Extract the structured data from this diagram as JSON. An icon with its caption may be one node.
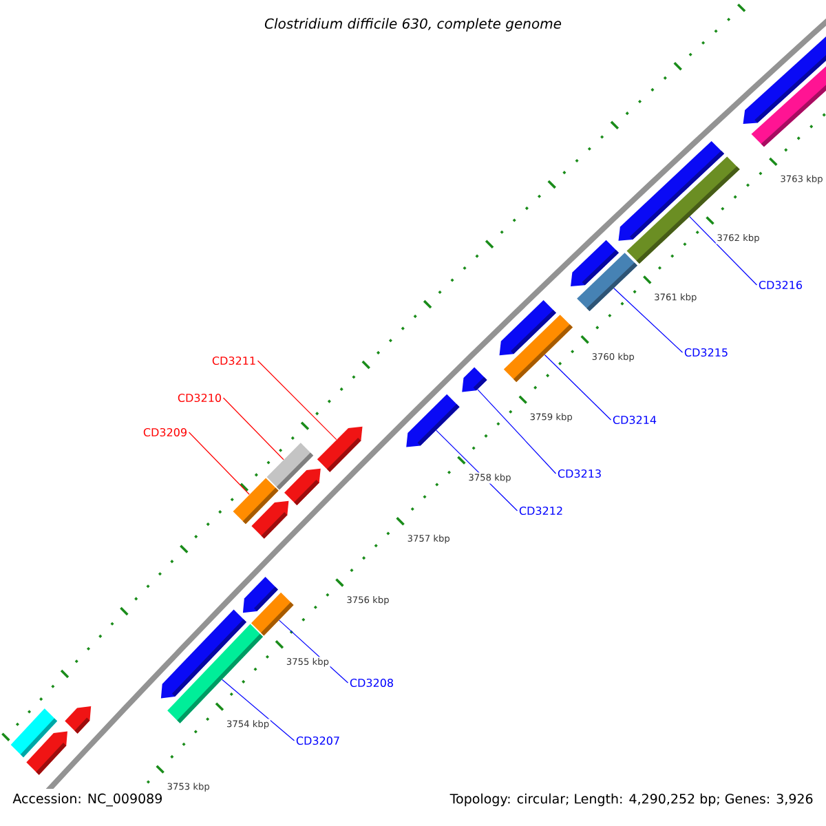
{
  "diagram": {
    "title": "Clostridium difficile 630, complete genome",
    "nodes": [
      {
        "text": [
          "CD3216"
        ]
      },
      {
        "text": [
          "CD3215"
        ]
      },
      {
        "text": [
          "CD3211"
        ]
      },
      {
        "text": [
          "CD3210"
        ]
      },
      {
        "text": [
          "CD3214"
        ]
      },
      {
        "text": [
          "CD3209"
        ]
      },
      {
        "text": [
          "CD3213"
        ]
      },
      {
        "text": [
          "CD3212"
        ]
      },
      {
        "text": [
          "CD3208"
        ]
      },
      {
        "text": [
          "CD3207"
        ]
      },
      {
        "text": [],
        "shape": "bar"
      },
      {
        "text": [],
        "shape": "pentagon"
      },
      {
        "text": [],
        "shape": "pentagon"
      },
      {
        "text": [],
        "shape": "pentagon"
      },
      {
        "text": [],
        "shape": "bar"
      },
      {
        "text": [],
        "shape": "bar"
      },
      {
        "text": [],
        "shape": "pentagon"
      },
      {
        "text": [],
        "shape": "bar"
      },
      {
        "text": [],
        "shape": "pentagon"
      },
      {
        "text": [],
        "shape": "bar"
      },
      {
        "text": [],
        "shape": "pentagon"
      },
      {
        "text": [],
        "shape": "pentagon"
      },
      {
        "text": [],
        "shape": "pentagon"
      },
      {
        "text": [],
        "shape": "pentagon"
      },
      {
        "text": [],
        "shape": "pentagon"
      },
      {
        "text": [],
        "shape": "bar"
      },
      {
        "text": [],
        "shape": "pentagon"
      },
      {
        "text": [],
        "shape": "bar"
      },
      {
        "text": [],
        "shape": "pentagon"
      },
      {
        "text": [],
        "shape": "bar"
      },
      {
        "text": [],
        "shape": "pentagon"
      },
      {
        "text": [],
        "shape": "bar"
      }
    ],
    "edges": [
      {
        "from": 0,
        "to": 29,
        "arrow": "none"
      },
      {
        "from": 1,
        "to": 27,
        "arrow": "none"
      },
      {
        "from": 2,
        "to": 21,
        "arrow": "none",
        "color": "#ff0000"
      },
      {
        "from": 3,
        "to": 19,
        "arrow": "none",
        "color": "#ff0000"
      },
      {
        "from": 4,
        "to": 25,
        "arrow": "none"
      },
      {
        "from": 5,
        "to": 15,
        "arrow": "none",
        "color": "#ff0000"
      },
      {
        "from": 6,
        "to": 23,
        "arrow": "none"
      },
      {
        "from": 7,
        "to": 22,
        "arrow": "none"
      },
      {
        "from": 8,
        "to": 17,
        "arrow": "none"
      },
      {
        "from": 9,
        "to": 14,
        "arrow": "none"
      }
    ],
    "labels": [
      "3763 kbp",
      "3762 kbp",
      "3761 kbp",
      "3760 kbp",
      "3759 kbp",
      "3758 kbp",
      "3757 kbp",
      "3756 kbp",
      "3755 kbp",
      "3754 kbp",
      "3753 kbp",
      "Accession: NC_009089",
      "Topology: circular; Length: 4,290,252 bp; Genes: 3,926"
    ]
  }
}
